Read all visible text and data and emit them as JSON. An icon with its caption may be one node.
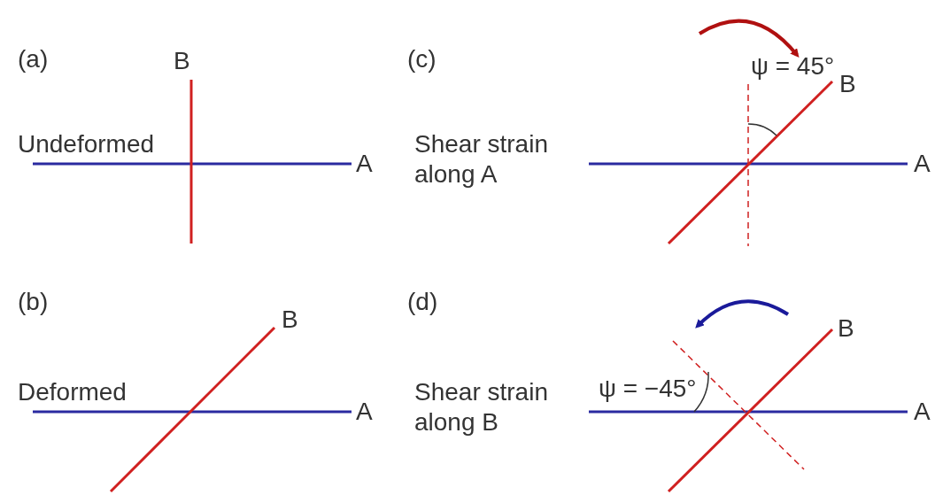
{
  "diagram": {
    "labels": [
      "(a)",
      "B",
      "Undeformed",
      "A",
      "(c)",
      "ψ = 45°",
      "B",
      "Shear strain along A",
      "A",
      "(b)",
      "B",
      "Deformed",
      "A",
      "(d)",
      "B",
      "ψ = −45°",
      "Shear strain along B",
      "A"
    ]
  }
}
